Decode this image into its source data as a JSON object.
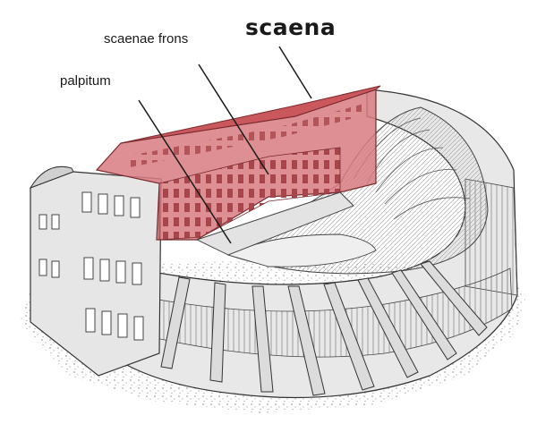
{
  "labels": {
    "scaena": "scaena",
    "scaenae_frons": "scaenae frons",
    "palpitum": "palpitum"
  },
  "colors": {
    "highlight": "#c9575c",
    "stone": "#e4e4e4",
    "ink": "#2b2b2b",
    "ground": "#d2d2d2"
  }
}
